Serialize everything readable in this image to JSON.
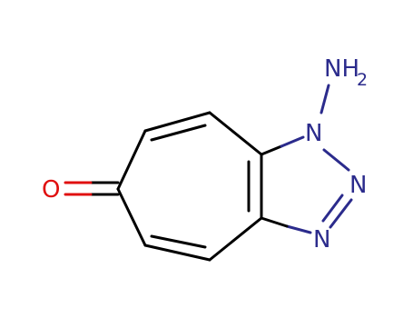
{
  "molecule": {
    "atoms": {
      "oxygen": {
        "symbol": "O",
        "color": "#e01010"
      },
      "n1": {
        "symbol": "N",
        "color": "#2b2b8c"
      },
      "n2": {
        "symbol": "N",
        "color": "#2b2b8c"
      },
      "n3": {
        "symbol": "N",
        "color": "#2b2b8c"
      },
      "amino": {
        "symbol": "NH",
        "subscript": "2",
        "color": "#2b2b8c"
      }
    },
    "bond_colors": {
      "carbon": "#000000",
      "nitrogen": "#2b2b8c",
      "oxygen": "#e01010"
    }
  }
}
